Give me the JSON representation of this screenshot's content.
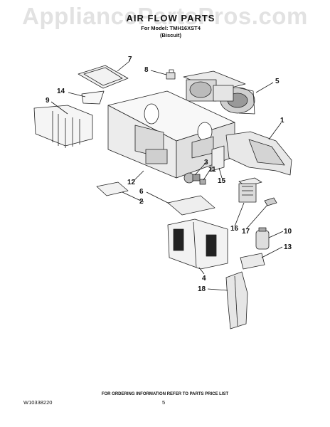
{
  "watermark": "AppliancePartsPros.com",
  "header": {
    "title": "AIR FLOW PARTS",
    "model_line": "For Model: TMH16XST4",
    "color_line": "(Biscuit)"
  },
  "callouts": [
    "1",
    "2",
    "3",
    "4",
    "5",
    "6",
    "7",
    "8",
    "9",
    "10",
    "11",
    "12",
    "13",
    "14",
    "15",
    "16",
    "17",
    "18"
  ],
  "footer": {
    "ordering_note": "FOR ORDERING INFORMATION REFER TO PARTS PRICE LIST",
    "document_number": "W10338220",
    "page_number": "5"
  }
}
